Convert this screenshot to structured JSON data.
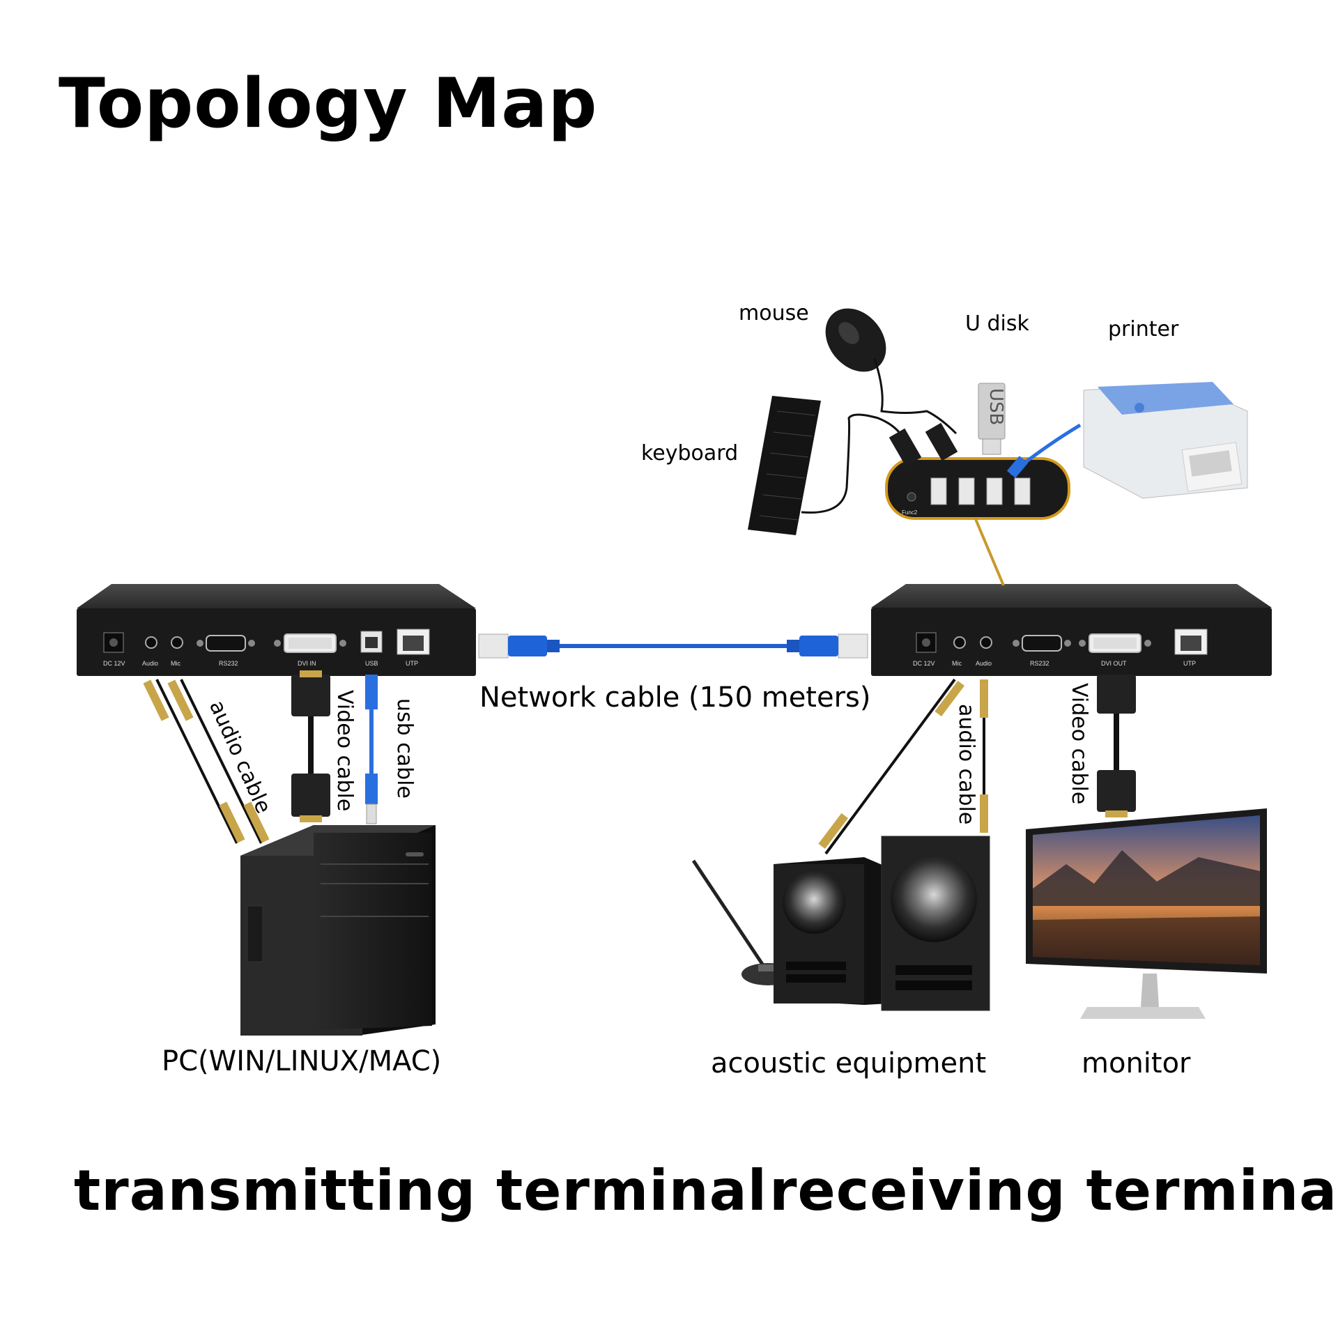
{
  "title": "Topology Map",
  "devices": {
    "mouse": "mouse",
    "u_disk": "U disk",
    "printer": "printer",
    "keyboard": "keyboard",
    "pc": "PC(WIN/LINUX/MAC)",
    "acoustic": "acoustic equipment",
    "monitor": "monitor",
    "usb_stick": "USB"
  },
  "cables": {
    "network": "Network cable (150 meters)",
    "tx_audio": "audio cable",
    "tx_video": "Video cable",
    "tx_usb": "usb cable",
    "rx_audio": "audio cable",
    "rx_video": "Video cable"
  },
  "terminals": {
    "transmitting": "transmitting terminal",
    "receiving": "receiving terminal"
  },
  "tx_ports": [
    "DC 12V",
    "Audio",
    "Mic",
    "RS232",
    "DVI IN",
    "USB",
    "UTP"
  ],
  "rx_ports": [
    "DC 12V",
    "Mic",
    "Audio",
    "RS232",
    "DVI OUT",
    "UTP"
  ],
  "hub_ports": [
    "Func2"
  ],
  "colors": {
    "network_cable": "#1f5fd0",
    "hub_border": "#d49a1c",
    "device_body": "#1c1c1c"
  }
}
